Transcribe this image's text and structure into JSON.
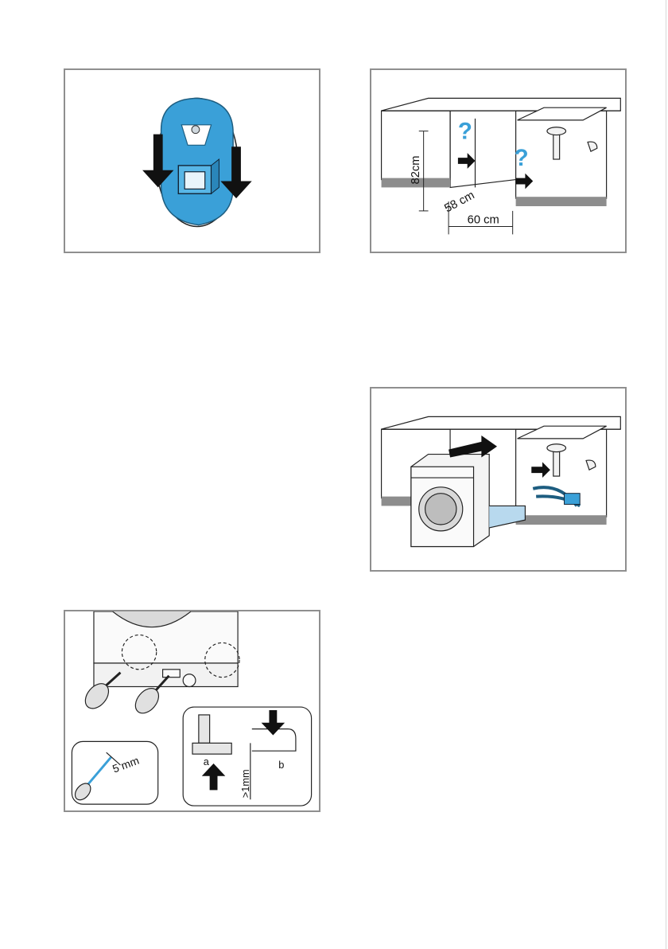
{
  "figures": {
    "fig1": {
      "icons": [
        "down-arrow-icon",
        "down-arrow-icon"
      ]
    },
    "fig2": {
      "height_label": "82cm",
      "depth_label": "58 cm",
      "width_label": "60 cm",
      "question_mark_1": "?",
      "question_mark_2": "?"
    },
    "fig3": {
      "icons": [
        "push-arrow-icon",
        "pointer-arrow-icon"
      ]
    },
    "fig4": {
      "screw_label": "5 mm",
      "gap_label": ">1mm",
      "label_a": "a",
      "label_b": "b"
    }
  },
  "colors": {
    "accent": "#3aa0d8",
    "frame": "#8f8f8f",
    "ink": "#111111"
  }
}
